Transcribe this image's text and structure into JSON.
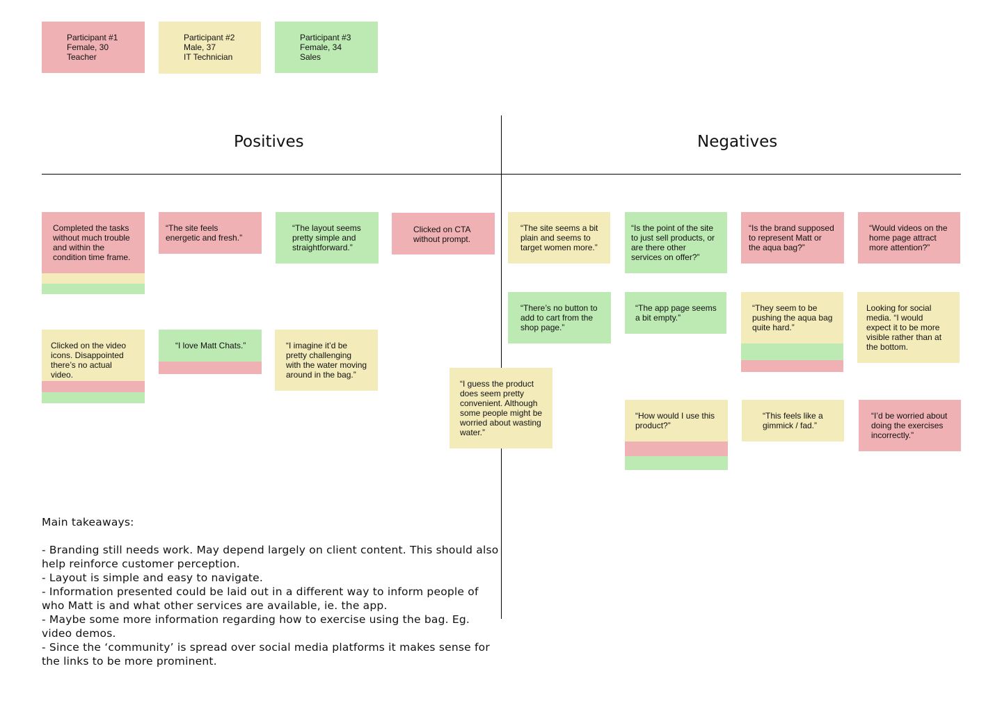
{
  "participants": [
    {
      "name": "Participant #1",
      "info": "Female, 30",
      "role": "Teacher",
      "color": "#efb1b4"
    },
    {
      "name": "Participant #2",
      "info": "Male, 37",
      "role": "IT Technician",
      "color": "#f3ebba"
    },
    {
      "name": "Participant #3",
      "info": "Female, 34",
      "role": "Sales",
      "color": "#bde9b3"
    }
  ],
  "headings": {
    "positives": "Positives",
    "negatives": "Negatives"
  },
  "positives": [
    "Completed the tasks without much trouble and within the condition time frame.",
    "“The site feels energetic and fresh.”",
    "“The layout seems pretty simple and straightforward.”",
    "Clicked on CTA without prompt.",
    "Clicked on the video icons. Disappointed there’s no actual video.",
    "“I love Matt Chats.”",
    "“I imagine it’d be pretty challenging with the water moving around in the bag.”"
  ],
  "neutral": "“I guess the product does seem pretty convenient. Although some people might be worried about wasting water.”",
  "negatives": [
    "“The site seems a bit plain and seems to target women more.”",
    "“Is the point of the site to just sell products, or are there other services on offer?”",
    "“Is the brand supposed to represent Matt or the aqua bag?”",
    "“Would videos on the home page attract more attention?”",
    "“There’s no button to add to cart from the shop page.”",
    "“The app page seems a bit empty.”",
    "“They seem to be pushing the aqua bag quite hard.”",
    "Looking for social media. “I would expect it to be more visible rather than at the bottom.",
    "“How would I use this product?”",
    "“This feels like a gimmick / fad.”",
    "“I’d be worried about doing the exercises incorrectly.”"
  ],
  "takeaways": {
    "title": "Main takeaways:",
    "items": [
      "- Branding still needs work. May depend largely on client content. This should also help reinforce customer perception.",
      "- Layout is simple and easy to navigate.",
      "- Information presented could be laid out in a different way to inform people of who Matt is and what other services are available, ie. the app.",
      "- Maybe some more information regarding how to exercise using the bag. Eg. video demos.",
      "- Since the ‘community’ is spread over social media platforms it makes sense for the links to be more prominent."
    ]
  },
  "colors": {
    "participant1": "#efb1b4",
    "participant2": "#f3ebba",
    "participant3": "#bde9b3"
  }
}
